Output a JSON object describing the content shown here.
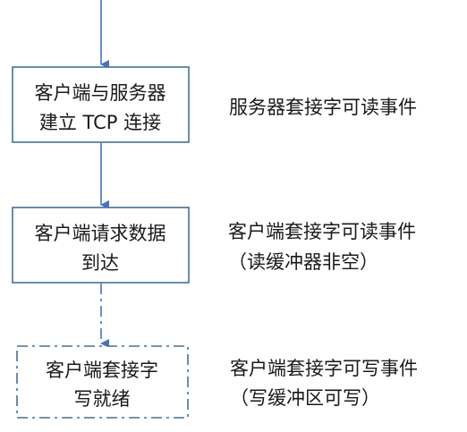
{
  "colors": {
    "border": "#41719c",
    "arrow": "#4472c4",
    "text": "#1a1a1a",
    "background": "#ffffff"
  },
  "nodes": [
    {
      "line1": "客户端与服务器",
      "line2": "建立 TCP 连接",
      "border_style": "solid"
    },
    {
      "line1": "客户端请求数据",
      "line2": "到达",
      "border_style": "solid"
    },
    {
      "line1": "客户端套接字",
      "line2": "写就绪",
      "border_style": "dashdot"
    }
  ],
  "events": [
    {
      "line1": "服务器套接字可读事件",
      "line2": ""
    },
    {
      "line1": "客户端套接字可读事件",
      "line2": "（读缓冲器非空）"
    },
    {
      "line1": "客户端套接字可写事件",
      "line2": "（写缓冲区可写）"
    }
  ],
  "arrows": [
    {
      "style": "solid"
    },
    {
      "style": "solid"
    },
    {
      "style": "dashdot"
    }
  ]
}
